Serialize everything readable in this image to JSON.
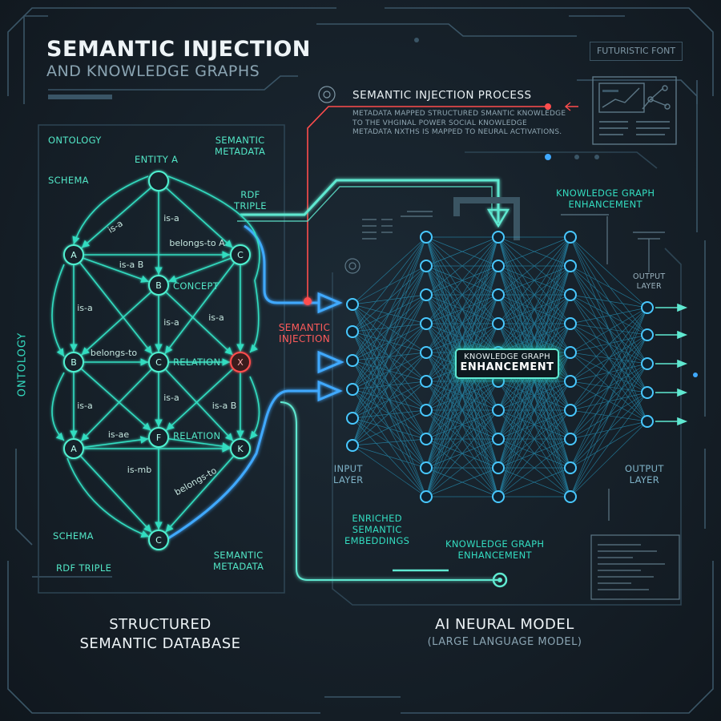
{
  "header": {
    "title": "SEMANTIC INJECTION",
    "subtitle": "AND KNOWLEDGE GRAPHS",
    "font_tag": "FUTURISTIC FONT"
  },
  "process": {
    "title": "SEMANTIC INJECTION PROCESS",
    "body": "METADATA MAPPED STRUCTURED SMANTIC KNOWLEDGE TO THE VHGINAL POWER SOCIAL KNOWLEDGE METADATA NXTHS IS MAPPED TO NEURAL ACTIVATIONS."
  },
  "graph": {
    "side_label": "ONTOLOGY",
    "labels": {
      "ontology": "ONTOLOGY",
      "schema_top": "SCHEMA",
      "entity_a": "ENTITY A",
      "semantic_metadata_top": "SEMANTIC\nMETADATA",
      "rdf_triple_top": "RDF\nTRIPLE",
      "concept": "CONCEPT",
      "relation_mid": "RELATION",
      "relation_low": "RELATION",
      "schema_bottom": "SCHEMA",
      "rdf_triple_bottom": "RDF TRIPLE",
      "semantic_metadata_bottom": "SEMANTIC\nMETADATA"
    },
    "node_letters": {
      "n_a1": "A",
      "n_c1": "C",
      "n_b1": "B",
      "n_b2": "B",
      "n_c2": "C",
      "n_x": "X",
      "n_a2": "A",
      "n_f": "F",
      "n_k": "K",
      "n_c3": "C"
    },
    "edge_labels": {
      "e1": "is-a",
      "e2": "is-a",
      "e3": "belongs-to A",
      "e4": "is-a B",
      "e5": "is-a",
      "e6": "is-a",
      "e7": "is-a",
      "e8": "belongs-to",
      "e9": "is-a",
      "e10": "is-a",
      "e11": "is-a B",
      "e12": "is-ae",
      "e13": "is-mb",
      "e14": "belongs-to"
    }
  },
  "injection_label": "SEMANTIC\nINJECTION",
  "network": {
    "kge_top": "KNOWLEDGE GRAPH\nENHANCEMENT",
    "kge_box_1": "KNOWLEDGE GRAPH",
    "kge_box_2": "ENHANCEMENT",
    "output_small": "OUTPUT\nLAYER",
    "input_layer": "INPUT\nLAYER",
    "output_layer": "OUTPUT\nLAYER",
    "enriched": "ENRICHED\nSEMANTIC\nEMBEDDINGS",
    "kge_bottom": "KNOWLEDGE GRAPH\nENHANCEMENT"
  },
  "footer": {
    "left": "STRUCTURED\nSEMANTIC DATABASE",
    "right_main": "AI NEURAL MODEL",
    "right_sub": "(LARGE LANGUAGE MODEL)"
  },
  "colors": {
    "teal": "#33dcc0",
    "blue": "#3fa9ff",
    "red": "#ff4d4d",
    "frame": "#3a5566"
  }
}
